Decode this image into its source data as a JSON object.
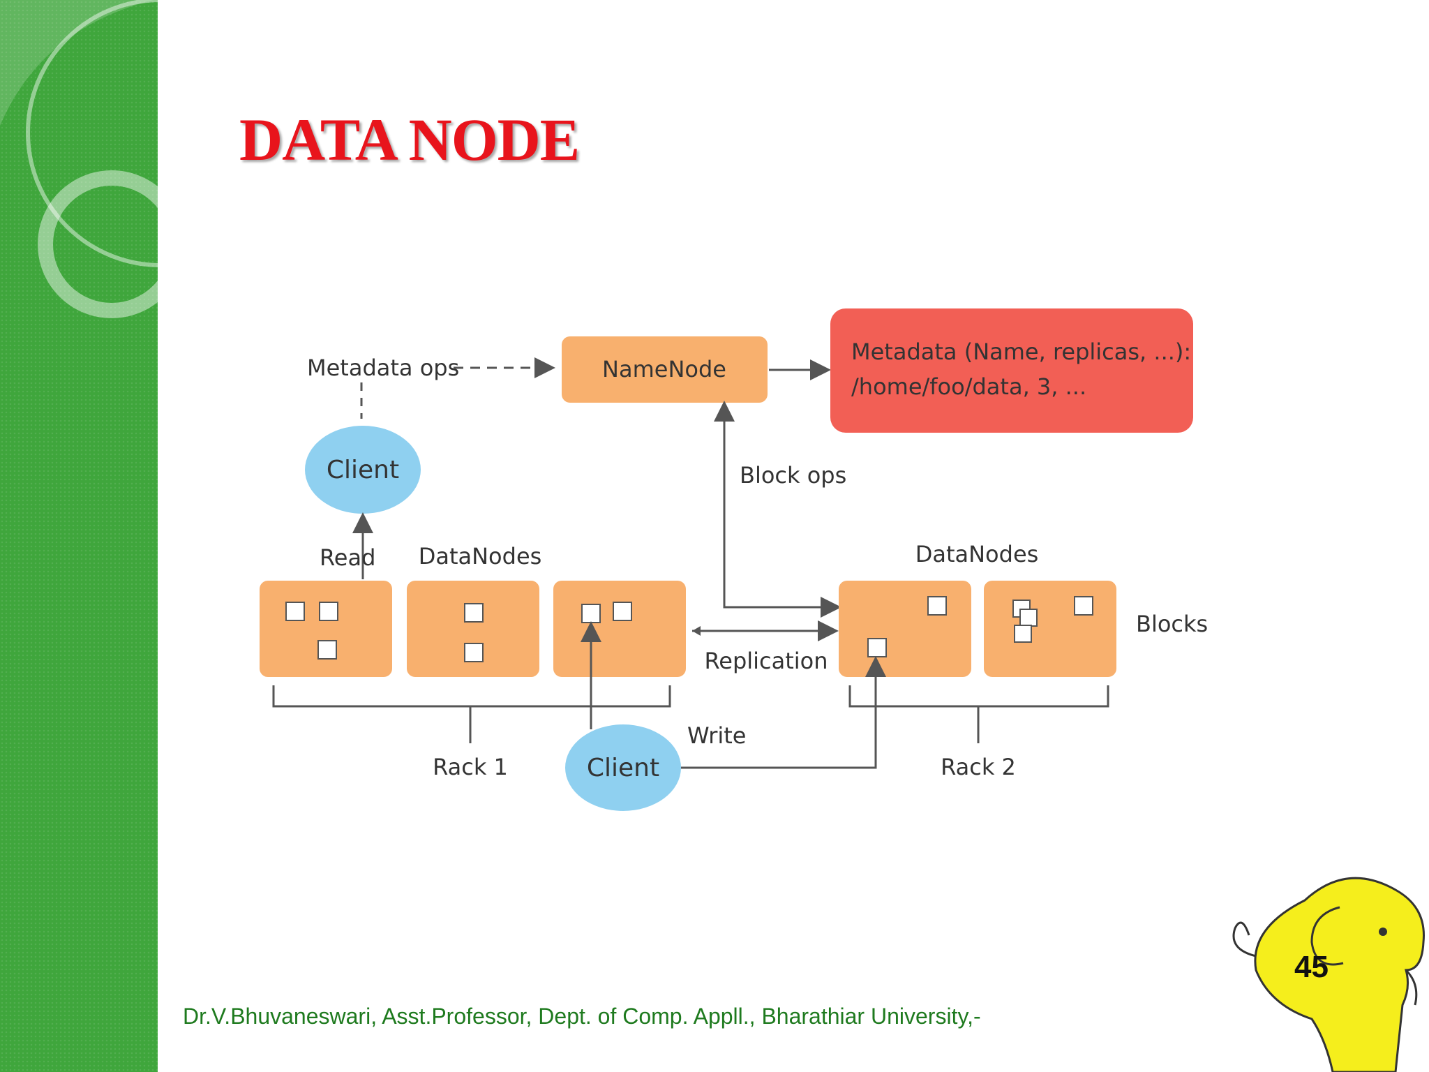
{
  "slide": {
    "title": "DATA NODE",
    "footer": "Dr.V.Bhuvaneswari, Asst.Professor, Dept. of Comp. Appll., Bharathiar University,-",
    "page_number": "45"
  },
  "diagram": {
    "metadata_ops": "Metadata ops",
    "namenode": "NameNode",
    "metadata_line1": "Metadata (Name, replicas, ...):",
    "metadata_line2": "/home/foo/data, 3, ...",
    "client_top": "Client",
    "block_ops": "Block ops",
    "read": "Read",
    "datanodes_left": "DataNodes",
    "datanodes_right": "DataNodes",
    "blocks": "Blocks",
    "replication": "Replication",
    "write": "Write",
    "rack1": "Rack 1",
    "rack2": "Rack 2",
    "client_bottom": "Client"
  },
  "colors": {
    "title": "#e8141c",
    "sidebar": "#3fa63c",
    "node_fill": "#f8b06e",
    "metadata_fill": "#f25f55",
    "client_fill": "#8fd0f0",
    "footer_text": "#1e7a1e",
    "mascot": "#f5ee1c"
  },
  "icons": {
    "mascot": "hadoop-elephant-icon"
  }
}
